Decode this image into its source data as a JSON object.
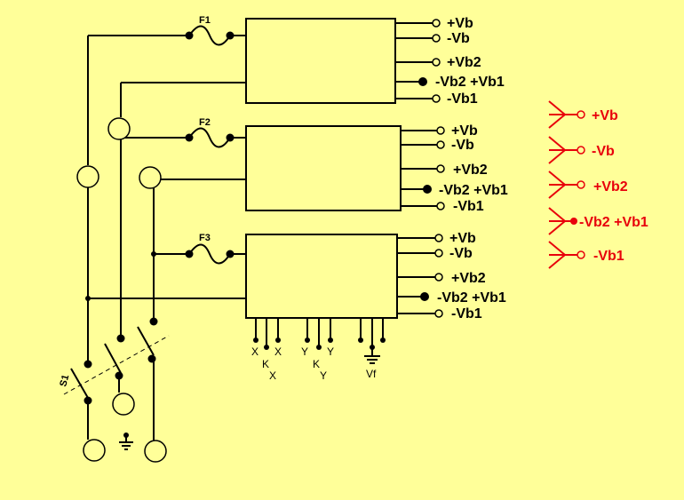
{
  "fuses": [
    "F1",
    "F2",
    "F3"
  ],
  "outputs": [
    "+Vb",
    "-Vb",
    "+Vb2",
    "-Vb2 +Vb1",
    "-Vb1"
  ],
  "legend": [
    "+Vb",
    "-Vb",
    "+Vb2",
    "-Vb2 +Vb1",
    "-Vb1"
  ],
  "pins": {
    "x1": "X",
    "kx": "K",
    "kx_sub": "X",
    "x2": "X",
    "y1": "Y",
    "ky": "K",
    "ky_sub": "Y",
    "y2": "Y",
    "vf": "Vf"
  },
  "switch": "S1",
  "colors": {
    "background": "#ffff99",
    "wire": "#000000",
    "legend": "#e8000b"
  }
}
